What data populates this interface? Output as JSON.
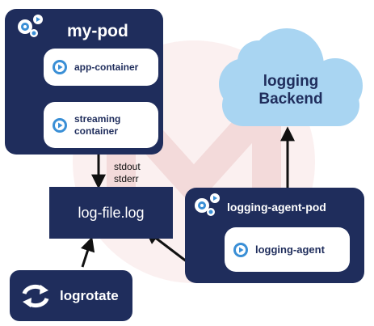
{
  "pod": {
    "title": "my-pod",
    "app_container_label": "app-container",
    "streaming_container_label_line1": "streaming",
    "streaming_container_label_line2": "container"
  },
  "stdout_label": "stdout",
  "stderr_label": "stderr",
  "log_file": {
    "label": "log-file.log"
  },
  "logrotate": {
    "label": "logrotate"
  },
  "agent_pod": {
    "title": "logging-agent-pod",
    "agent_label": "logging-agent"
  },
  "backend": {
    "label_line1": "logging",
    "label_line2": "Backend"
  },
  "icons": {
    "pod_icon": "gears-icon",
    "container_icon": "gear-play-icon",
    "rotate_icon": "rotate-arrows-icon"
  },
  "colors": {
    "navy": "#1f2d5c",
    "cloud": "#a9d5f2",
    "gear_blue": "#3a8fd6",
    "watermark": "#f6e4e4"
  }
}
